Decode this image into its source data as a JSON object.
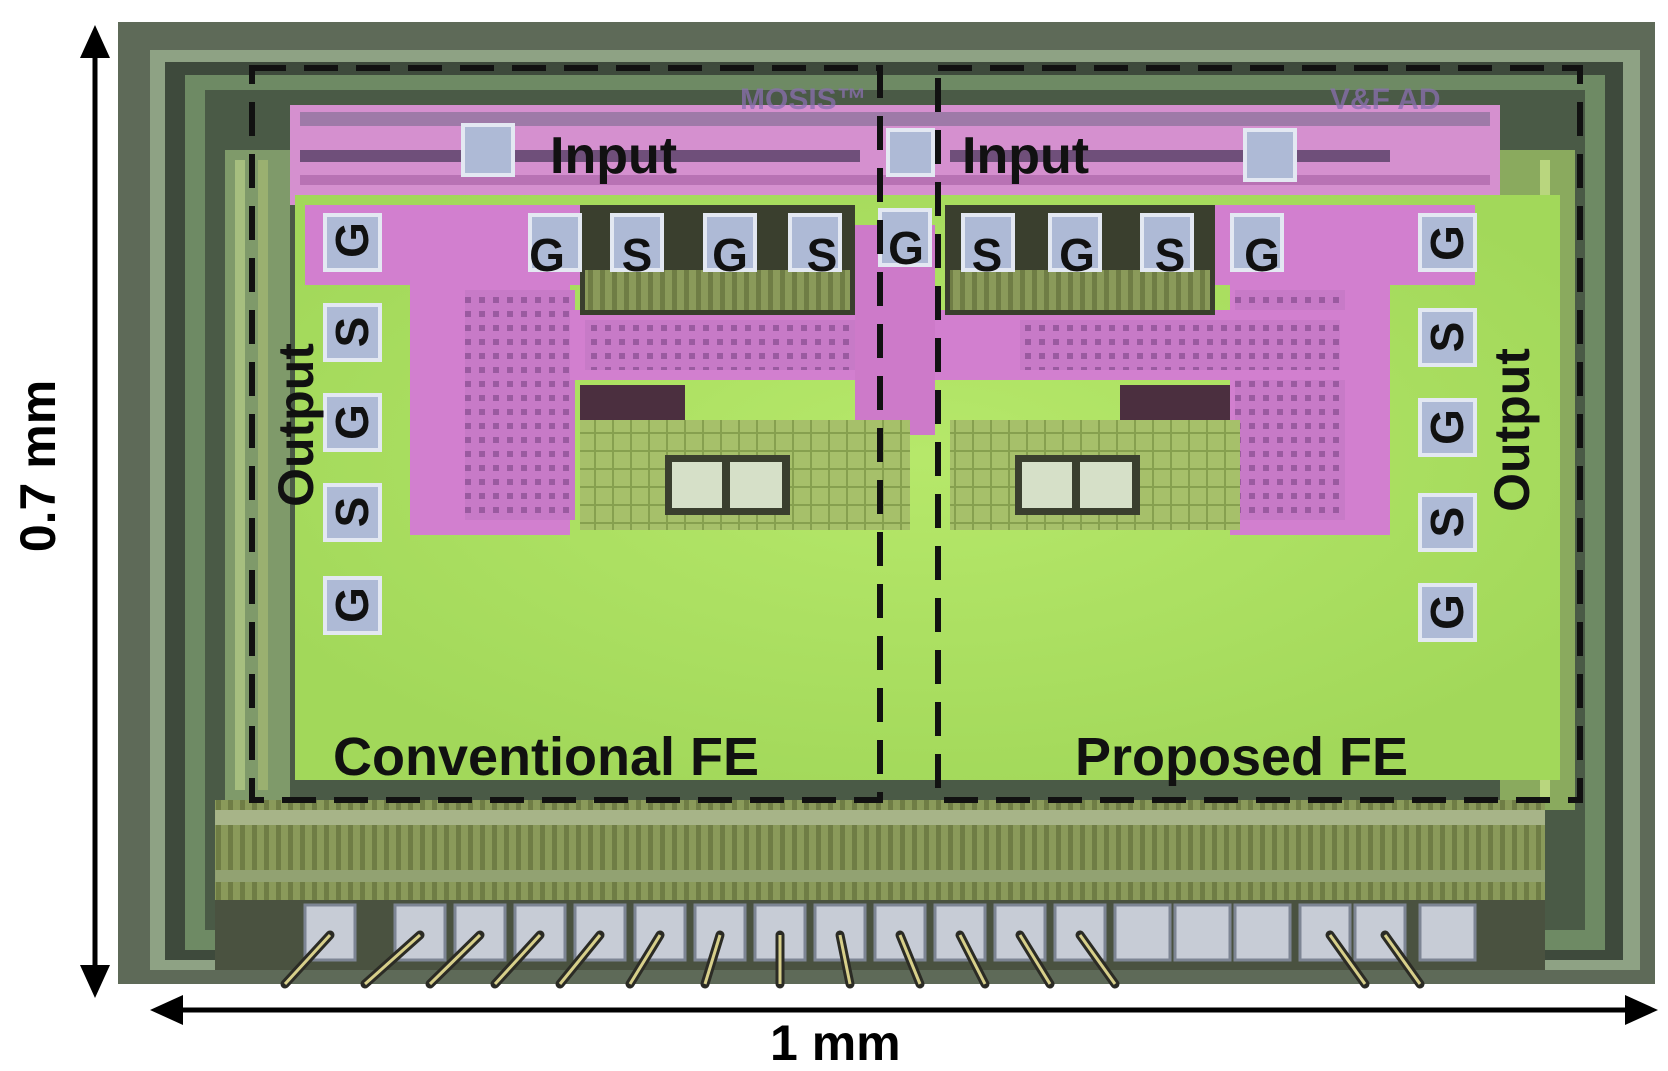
{
  "figure": {
    "dimension_height": "0.7 mm",
    "dimension_width": "1 mm",
    "regions": {
      "left_caption": "Conventional FE",
      "right_caption": "Proposed FE"
    },
    "left_input": "Input",
    "right_input": "Input",
    "left_output": "Output",
    "right_output": "Output",
    "chip_marks": {
      "mosis": "MOSIS™",
      "logo": "V&F AD"
    },
    "top_pads_left": [
      "G",
      "S",
      "G",
      "S"
    ],
    "top_pad_center": "G",
    "top_pads_right": [
      "S",
      "G",
      "S",
      "G"
    ],
    "side_pads_left": [
      "G",
      "S",
      "G",
      "S",
      "G"
    ],
    "side_pads_right": [
      "G",
      "S",
      "G",
      "S",
      "G"
    ]
  }
}
